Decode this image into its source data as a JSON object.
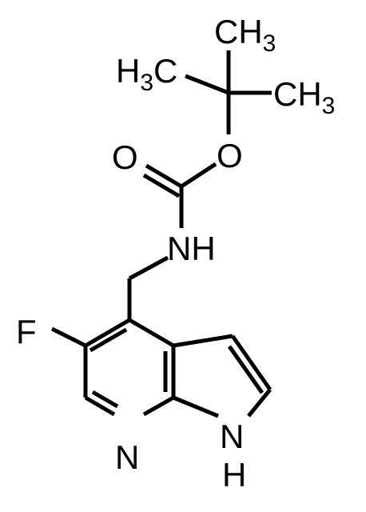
{
  "molecule": {
    "atoms": {
      "ch3_top": {
        "main": "CH",
        "sub": "3"
      },
      "h3c_left": {
        "pre": "H",
        "sub": "3",
        "post": "C"
      },
      "ch3_right": {
        "main": "CH",
        "sub": "3"
      },
      "o_carbonyl": "O",
      "o_ester": "O",
      "nh_carbamate": "NH",
      "f": "F",
      "n_pyridine": "N",
      "n_pyrrole": "N",
      "h_pyrrole": "H"
    }
  }
}
